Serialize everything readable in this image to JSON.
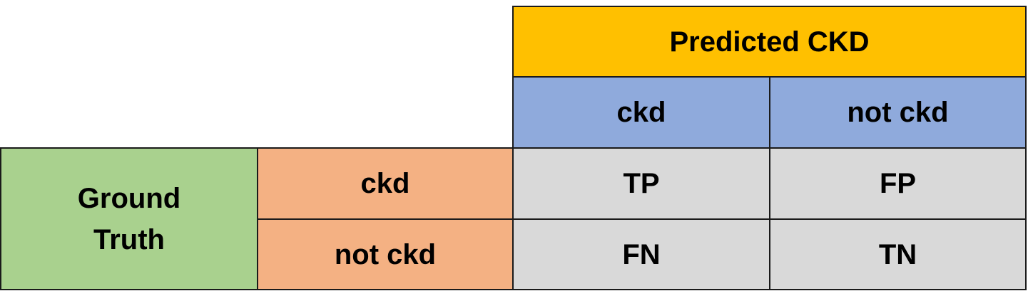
{
  "colors": {
    "predicted_header": "#FFC000",
    "predicted_classes": "#8FAADC",
    "ground_truth_header": "#A9D18E",
    "ground_truth_classes": "#F4B183",
    "matrix_cells": "#D9D9D9",
    "border": "#1A1A1A"
  },
  "predicted": {
    "title": "Predicted CKD",
    "classes": [
      "ckd",
      "not ckd"
    ]
  },
  "ground_truth": {
    "title": "Ground\nTruth",
    "classes": [
      "ckd",
      "not ckd"
    ]
  },
  "matrix": [
    [
      "TP",
      "FP"
    ],
    [
      "FN",
      "TN"
    ]
  ]
}
